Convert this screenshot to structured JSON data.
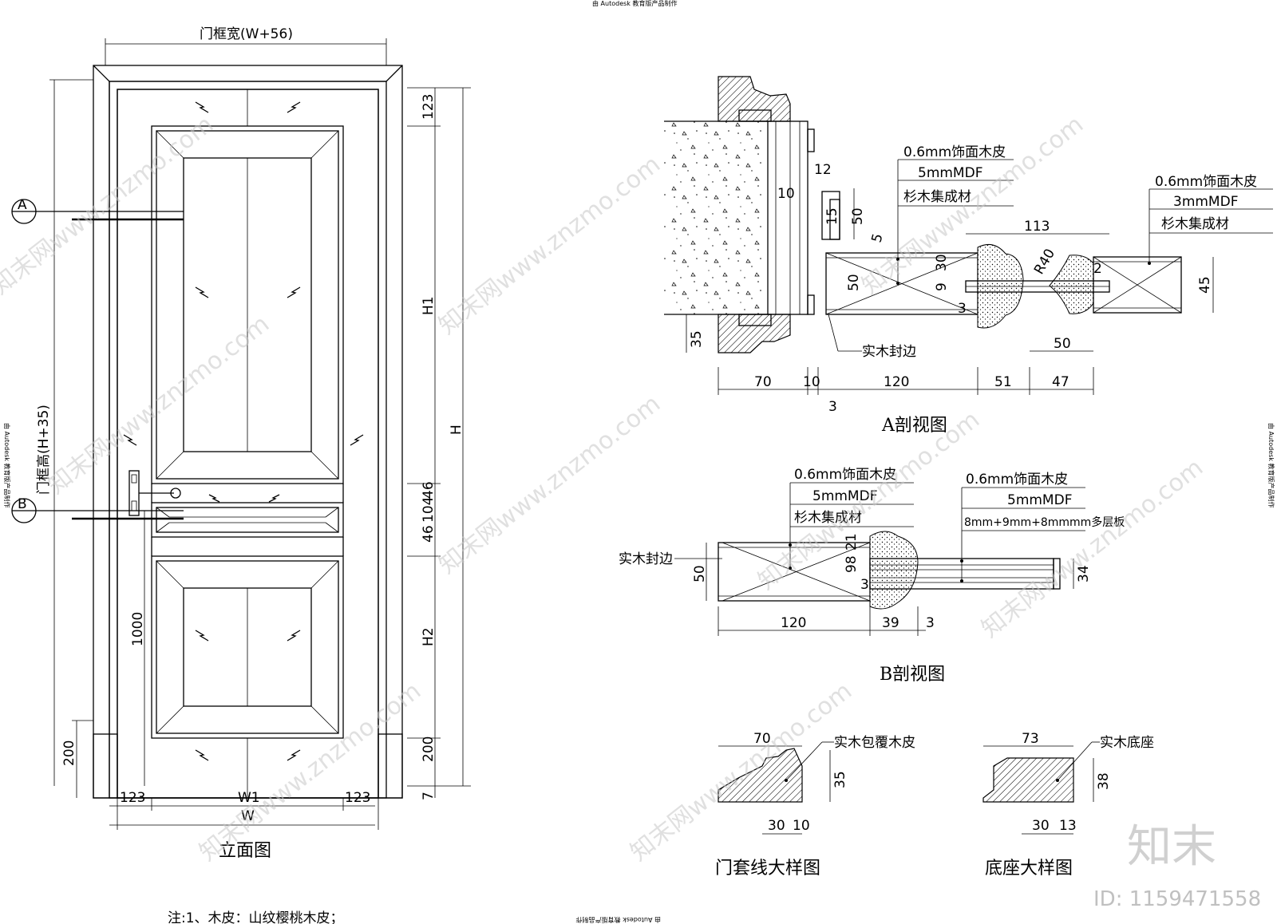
{
  "header": {
    "autodesk_top": "由 Autodesk 教育版产品制作",
    "autodesk_side": "由 Autodesk 教育版产品制作",
    "autodesk_bottom": "由 Autodesk 教育版产品制作"
  },
  "elevation": {
    "title": "立面图",
    "frame_width": "门框宽(W+56)",
    "frame_height": "门框高(H+35)",
    "marker_a": "A",
    "marker_b": "B",
    "dim_123_top": "123",
    "dim_h1": "H1",
    "dim_h": "H",
    "dim_46": "46",
    "dim_104": "104",
    "dim_46b": "46",
    "dim_h2": "H2",
    "dim_200_right": "200",
    "dim_7": "7",
    "dim_200_left": "200",
    "dim_1000": "1000",
    "dim_123_left": "123",
    "dim_w1": "W1",
    "dim_123_right": "123",
    "dim_w": "W",
    "note": "注:1、木皮：山纹樱桃木皮；"
  },
  "section_a": {
    "title": "A剖视图",
    "label1_a": "0.6mm饰面木皮",
    "label1_b": "5mmMDF",
    "label1_c": "杉木集成材",
    "label2_a": "0.6mm饰面木皮",
    "label2_b": "3mmMDF",
    "label2_c": "杉木集成材",
    "edge_label": "实木封边",
    "d12": "12",
    "d10": "10",
    "d15": "15",
    "d50": "50",
    "d5": "5",
    "d113": "113",
    "dR40": "R40",
    "d30": "30",
    "d9": "9",
    "d3": "3",
    "d2": "2",
    "d50b": "50",
    "d45": "45",
    "d35": "35",
    "d50c": "50",
    "b70": "70",
    "b10": "10",
    "b120": "120",
    "b51": "51",
    "b47": "47",
    "b3": "3"
  },
  "section_b": {
    "title": "B剖视图",
    "label1_a": "0.6mm饰面木皮",
    "label1_b": "5mmMDF",
    "label1_c": "杉木集成材",
    "label2_a": "0.6mm饰面木皮",
    "label2_b": "5mmMDF",
    "label2_c": "8mm+9mm+8mmmm多层板",
    "edge_label": "实木封边",
    "d50": "50",
    "d21": "21",
    "d98": "98",
    "d3": "3",
    "d34": "34",
    "b120": "120",
    "b39": "39",
    "b3": "3"
  },
  "detail_trim": {
    "title": "门套线大样图",
    "label": "实木包覆木皮",
    "d70": "70",
    "d35": "35",
    "d30": "30",
    "d10": "10"
  },
  "detail_base": {
    "title": "底座大样图",
    "label": "实木底座",
    "d73": "73",
    "d38": "38",
    "d30": "30",
    "d13": "13"
  },
  "brand": {
    "logo": "知末",
    "id": "ID: 1159471558",
    "watermark": "知末网www.znzmo.com"
  }
}
